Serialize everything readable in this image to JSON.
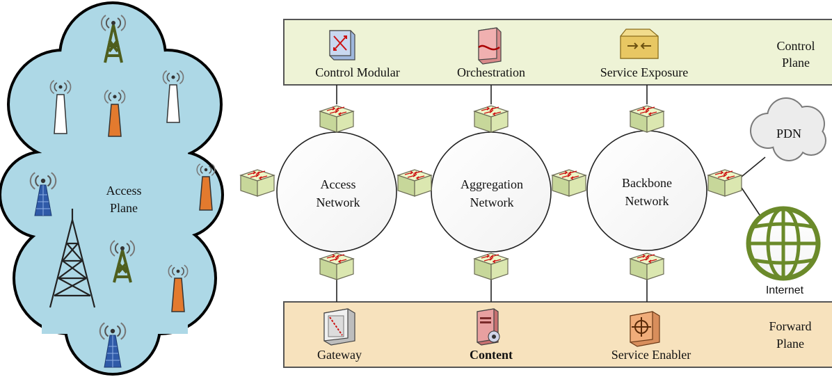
{
  "access_plane": {
    "label_line1": "Access",
    "label_line2": "Plane",
    "fill_color": "#add8e6"
  },
  "control_plane": {
    "label_line1": "Control",
    "label_line2": "Plane",
    "fill_color": "#eef3d6",
    "items": [
      {
        "label": "Control Modular",
        "icon": "controller-icon"
      },
      {
        "label": "Orchestration",
        "icon": "orchestration-server-icon"
      },
      {
        "label": "Service Exposure",
        "icon": "service-exposure-icon"
      }
    ]
  },
  "forward_plane": {
    "label_line1": "Forward",
    "label_line2": "Plane",
    "fill_color": "#f7e2bd",
    "items": [
      {
        "label": "Gateway",
        "icon": "gateway-icon"
      },
      {
        "label": "Content",
        "icon": "content-server-icon"
      },
      {
        "label": "Service Enabler",
        "icon": "service-enabler-icon"
      }
    ]
  },
  "networks": [
    {
      "line1": "Access",
      "line2": "Network"
    },
    {
      "line1": "Aggregation",
      "line2": "Network"
    },
    {
      "line1": "Backbone",
      "line2": "Network"
    }
  ],
  "pdn": {
    "label": "PDN"
  },
  "internet": {
    "label": "Internet",
    "color": "#6b8a2a"
  },
  "colors": {
    "switch_top": "#eef6c8",
    "switch_side": "#c7d79a",
    "switch_arrow": "#cc1111",
    "tower_olive": "#4e5e1e",
    "tower_blue": "#2f5aa8",
    "antenna_orange": "#e37a2e"
  }
}
